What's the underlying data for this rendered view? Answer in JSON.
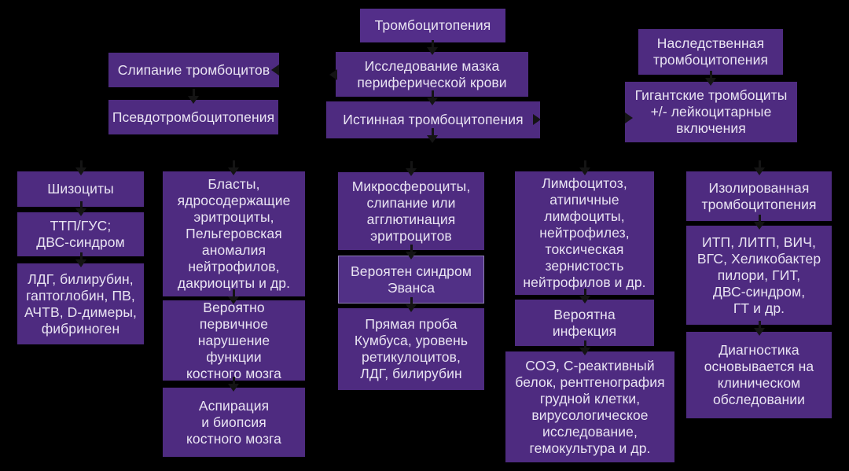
{
  "diagram": {
    "language": "ru",
    "type": "flowchart",
    "colors": {
      "background": "#000000",
      "box_fill": "#4e2b80",
      "box_fill_bright": "#532e89",
      "evans_border": "#9080b8",
      "text": "#e9e4f2",
      "connector": "#141414"
    }
  },
  "nodes": {
    "root": "Тромбоцитопения",
    "clumping": "Слипание тромбоцитов",
    "smear": "Исследование мазка\nпериферической крови",
    "hereditary": "Наследственная\nтромбоцитопения",
    "pseudo": "Псевдотромбоцитопения",
    "true_tp": "Истинная тромбоцитопения",
    "giant": "Гигантские тромбоциты\n+/- лейкоцитарные\nвключения",
    "schisto": "Шизоциты",
    "ttp": "ТТП/ГУС;\nДВС-синдром",
    "ldg": "ЛДГ, билирубин,\nгаптоглобин, ПВ,\nАЧТВ, D-димеры,\nфибриноген",
    "blasts": "Бласты,\nядросодержащие\nэритроциты,\nПельгеровская\nаномалия\nнейтрофилов,\nдакриоциты и др.",
    "marrow_dys": "Вероятно\nпервичное\nнарушение\nфункции\nкостного мозга",
    "marrow_bio": "Аспирация\nи биопсия\nкостного мозга",
    "micro": "Микросфероциты,\nслипание или\nагглютинация\nэритроцитов",
    "evans": "Вероятен синдром\nЭванса",
    "coombs": "Прямая проба\nКумбуса, уровень\nретикулоцитов,\nЛДГ, билирубин",
    "lymph": "Лимфоцитоз,\nатипичные\nлимфоциты,\nнейтрофилез,\nтоксическая\nзернистость\nнейтрофилов и др.",
    "infect": "Вероятна\nинфекция",
    "esr": "СОЭ, С-реактивный\nбелок, рентгенография\nгрудной клетки,\nвирусологическое\nисследование,\nгемокультура и др.",
    "isolated": "Изолированная\nтромбоцитопения",
    "itp": "ИТП, ЛИТП, ВИЧ,\nВГС, Хеликобактер\nпилори, ГИТ,\nДВС-синдром,\nГТ и др.",
    "diag": "Диагностика\nосновывается на\nклиническом\nобследовании"
  }
}
